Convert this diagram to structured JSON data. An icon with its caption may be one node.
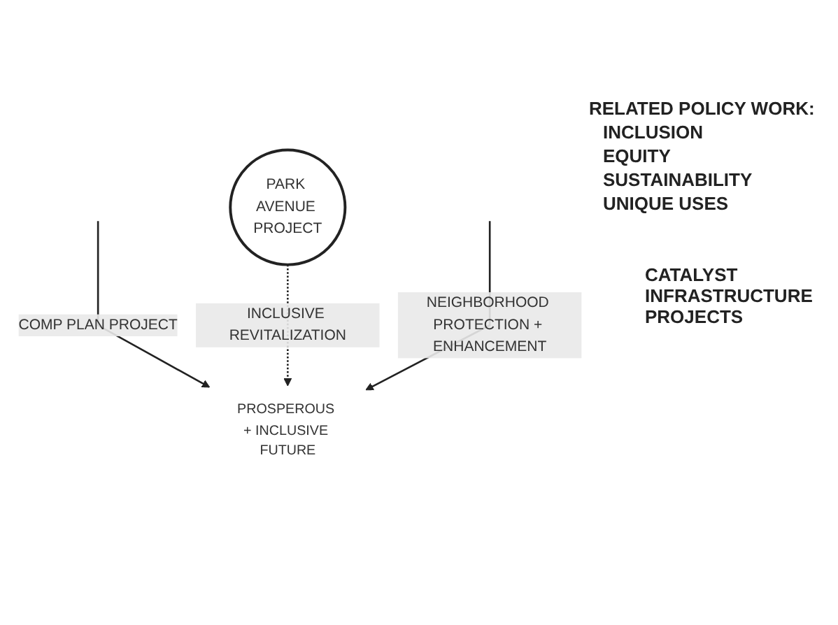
{
  "diagram": {
    "nodes": [
      {
        "text": [
          "PARK AVENUE PROJECT"
        ]
      },
      {
        "text": [
          "PROSPEROUS + INCLUSIVE FUTURE"
        ]
      }
    ],
    "edges": [
      {
        "from": null,
        "to": 1,
        "arrow": "to",
        "label": "COMP PLAN PROJECT"
      },
      {
        "from": 0,
        "to": 1,
        "arrow": "to",
        "label": "INCLUSIVE REVITALIZATION",
        "style": "dashed"
      },
      {
        "from": null,
        "to": 1,
        "arrow": "to",
        "label": "NEIGHBORHOOD PROTECTION + ENHANCEMENT"
      }
    ],
    "labels": [
      "RELATED POLICY WORK:",
      "INCLUSION",
      "EQUITY",
      "SUSTAINABILITY",
      "UNIQUE USES",
      "CATALYST INFRASTRUCTURE PROJECTS"
    ]
  }
}
